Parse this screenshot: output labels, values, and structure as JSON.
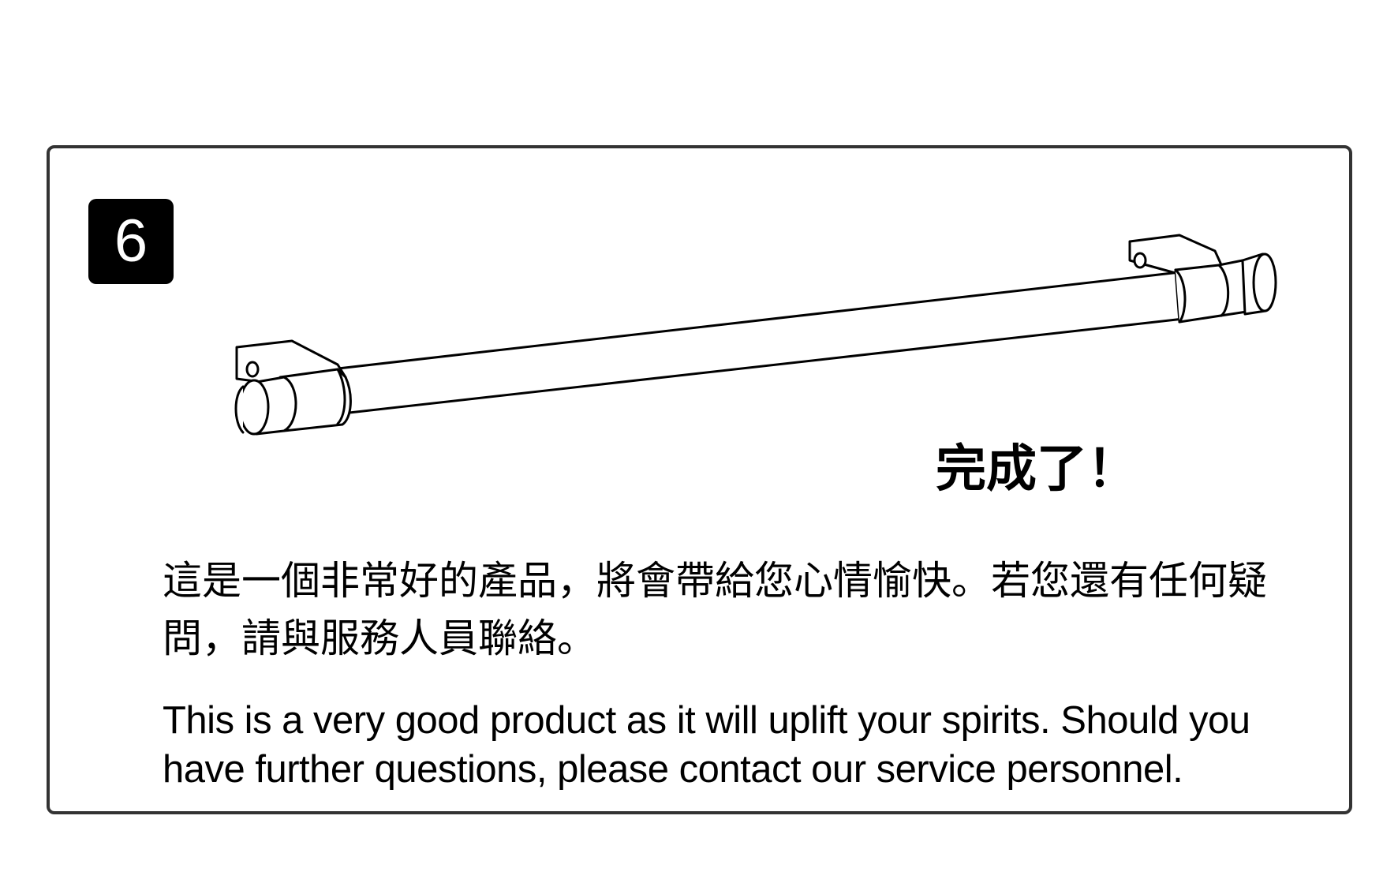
{
  "step": {
    "number": "6"
  },
  "illustration": {
    "icon": "towel-bar-illustration"
  },
  "completion": {
    "label": "完成了！"
  },
  "message": {
    "chinese": "這是一個非常好的產品，將會帶給您心情愉快。若您還有任何疑問，請與服務人員聯絡。",
    "english": "This is a very good product as it will uplift your spirits. Should you have further questions, please contact our service personnel."
  }
}
